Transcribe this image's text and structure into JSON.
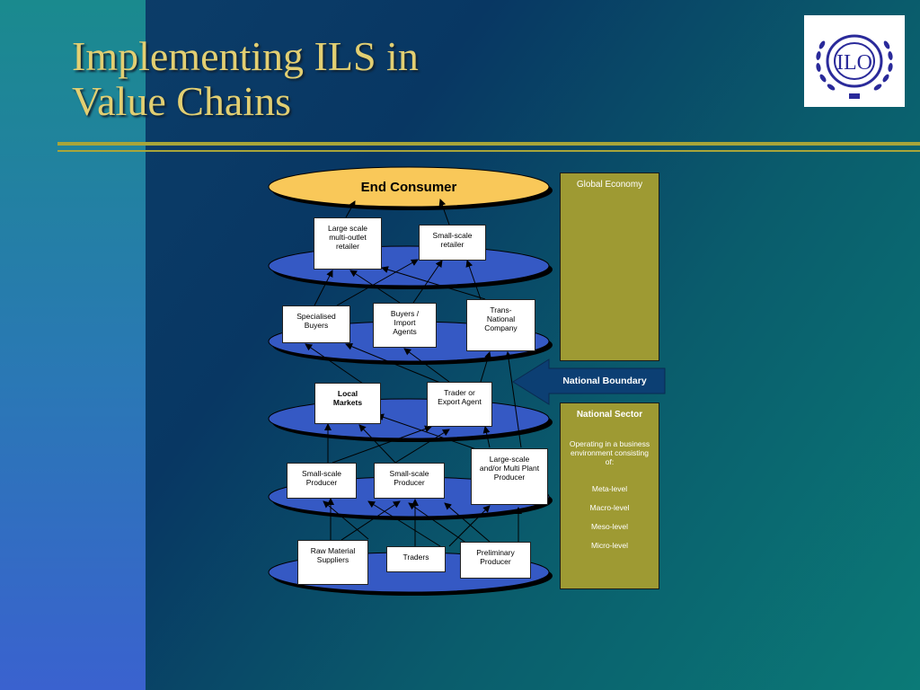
{
  "slide": {
    "title_line1": "Implementing ILS in",
    "title_line2": "Value Chains",
    "logo_text": "ILO"
  },
  "colors": {
    "title": "#e2cf72",
    "rule": "#a8a53a",
    "disc": "#3559c4",
    "end_consumer": "#f9c859",
    "panel": "#9e9a33",
    "boundary_arrow": "#0c3f73"
  },
  "diagram": {
    "end_consumer": "End Consumer",
    "nodes": {
      "large_retailer": "Large scale\nmulti-outlet\nretailer",
      "small_retailer": "Small-scale\nretailer",
      "specialised_buyers": "Specialised\nBuyers",
      "buyers_import_agents": "Buyers /\nImport\nAgents",
      "transnational_company": "Trans-\nNational\nCompany",
      "local_markets": "Local\nMarkets",
      "trader_export_agent": "Trader or\nExport Agent",
      "small_producer_1": "Small-scale\nProducer",
      "small_producer_2": "Small-scale\nProducer",
      "large_producer": "Large-scale\nand/or Multi Plant\nProducer",
      "raw_material_suppliers": "Raw Material\nSuppliers",
      "traders": "Traders",
      "preliminary_producer": "Preliminary\nProducer"
    },
    "global_economy": "Global Economy",
    "national_boundary": "National Boundary",
    "national_sector": {
      "title": "National Sector",
      "description": "Operating in a business environment consisting of:",
      "levels": [
        "Meta-level",
        "Macro-level",
        "Meso-level",
        "Micro-level"
      ]
    }
  }
}
